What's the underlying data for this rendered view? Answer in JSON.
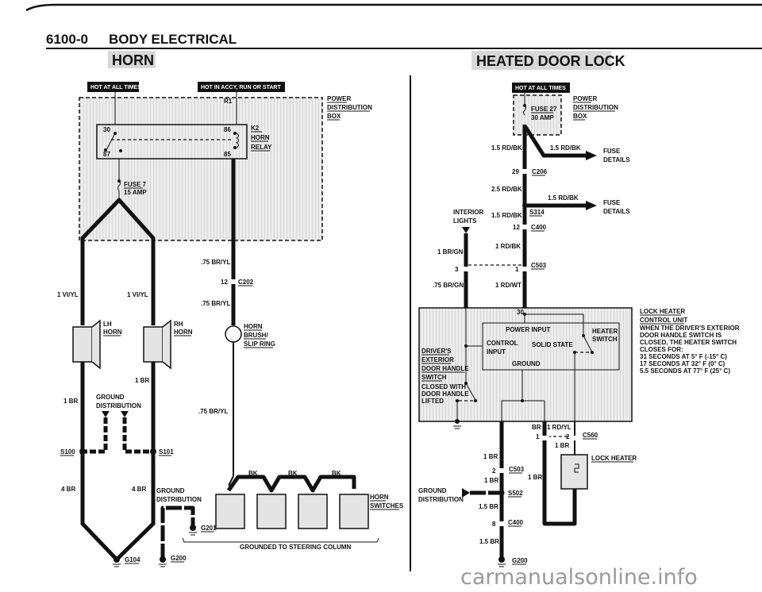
{
  "page": {
    "section_number": "6100-0",
    "section_title": "BODY ELECTRICAL",
    "watermark": "carmanualsonline.info"
  },
  "horn": {
    "title": "HORN",
    "hot_at_all_times": "HOT AT ALL TIMES",
    "hot_in_accy": "HOT IN ACCY, RUN OR START",
    "power_box": [
      "POWER",
      "DISTRIBUTION",
      "BOX"
    ],
    "relay": {
      "name": [
        "K2",
        "HORN",
        "RELAY"
      ],
      "pins": [
        "30",
        "87",
        "86",
        "85"
      ],
      "r1": "R1"
    },
    "fuse": {
      "name": "FUSE 7",
      "rating": "15 AMP"
    },
    "wires": {
      "lh_feed": "1 VI/YL",
      "rh_feed": "1 VI/YL",
      "br_yl_1": ".75 BR/YL",
      "br_yl_2": ".75 BR/YL",
      "br_yl_3": ".75 BR/YL",
      "lh_ground": "1 BR",
      "rh_ground": "1 BR",
      "lh_4br": "4 BR",
      "rh_4br": "4 BR",
      "bk": [
        "BK",
        "BK",
        "BK"
      ]
    },
    "connector_c202": {
      "pin": "12",
      "name": "C202"
    },
    "lh_horn": [
      "LH",
      "HORN"
    ],
    "rh_horn": [
      "RH",
      "HORN"
    ],
    "slip_ring": [
      "HORN",
      "BRUSH/",
      "SLIP RING"
    ],
    "ground_distribution": [
      "GROUND",
      "DISTRIBUTION"
    ],
    "ground_distribution_2": [
      "GROUND",
      "DISTRIBUTION"
    ],
    "splices": [
      "S100",
      "S101"
    ],
    "grounds": [
      "G104",
      "G200",
      "G201"
    ],
    "horn_switches": [
      "HORN",
      "SWITCHES"
    ],
    "steering_note": "GROUNDED TO STEERING COLUMN"
  },
  "door_lock": {
    "title": "HEATED DOOR LOCK",
    "hot_at_all_times": "HOT AT ALL TIMES",
    "power_box": [
      "POWER",
      "DISTRIBUTION",
      "BOX"
    ],
    "fuse": {
      "name": "FUSE 27",
      "rating": "30 AMP"
    },
    "fuse_details": [
      "FUSE",
      "DETAILS"
    ],
    "wires": {
      "rd_bk_1": "1.5 RD/BK",
      "rd_bk_2": "1.5 RD/BK",
      "rd_bk_3": "2.5 RD/BK",
      "rd_bk_4": "1.5 RD/BK",
      "rd_bk_5": "1.5 RD/BK",
      "rd_bk_6": "1 RD/BK",
      "br_gn": "1 BR/GN",
      "br_gn_75": ".75 BR/GN",
      "rd_wt": "1 RD/WT",
      "br_top": "BR",
      "rd_yl": "1 RD/YL",
      "br_1": "1 BR",
      "br_2": "1 BR",
      "br_3": "1 BR",
      "br_4": "1 BR",
      "br_5": "1.5 BR",
      "br_6": "1.5 BR"
    },
    "interior_lights": [
      "INTERIOR",
      "LIGHTS"
    ],
    "connectors": {
      "c206": {
        "pin": "29",
        "name": "C206"
      },
      "s314": "S314",
      "c400_top": {
        "pin": "12",
        "name": "C400"
      },
      "c503_top": {
        "pins": [
          "3",
          "1"
        ],
        "name": "C503"
      },
      "c560": {
        "pins": [
          "1",
          "2"
        ],
        "name": "C560"
      },
      "c503_bot": {
        "pin": "2",
        "name": "C503"
      },
      "s502": "S502",
      "c400_bot": {
        "pin": "8",
        "name": "C400"
      },
      "g200": "G200"
    },
    "control_unit": {
      "pin": "30",
      "power_input": "POWER INPUT",
      "control_input": [
        "CONTROL",
        "INPUT"
      ],
      "solid_state": "SOLID STATE",
      "ground": "GROUND",
      "heater_switch": [
        "HEATER",
        "SWITCH"
      ]
    },
    "door_switch": {
      "name": [
        "DRIVER'S",
        "EXTERIOR",
        "DOOR HANDLE",
        "SWITCH"
      ],
      "note": [
        "CLOSED WITH",
        "DOOR HANDLE",
        "LIFTED"
      ]
    },
    "lock_heater_unit": {
      "name": [
        "LOCK HEATER",
        "CONTROL UNIT"
      ],
      "note": [
        "WHEN THE DRIVER'S EXTERIOR",
        "DOOR HANDLE SWITCH IS",
        "CLOSED, THE HEATER SWITCH",
        "CLOSES FOR:",
        "31 SECONDS AT 5° F (-15° C)",
        "17 SECONDS AT 32° F (0° C)",
        "5.5 SECONDS AT 77° F (25° C)"
      ]
    },
    "lock_heater": "LOCK HEATER",
    "ground_distribution": [
      "GROUND",
      "DISTRIBUTION"
    ]
  }
}
